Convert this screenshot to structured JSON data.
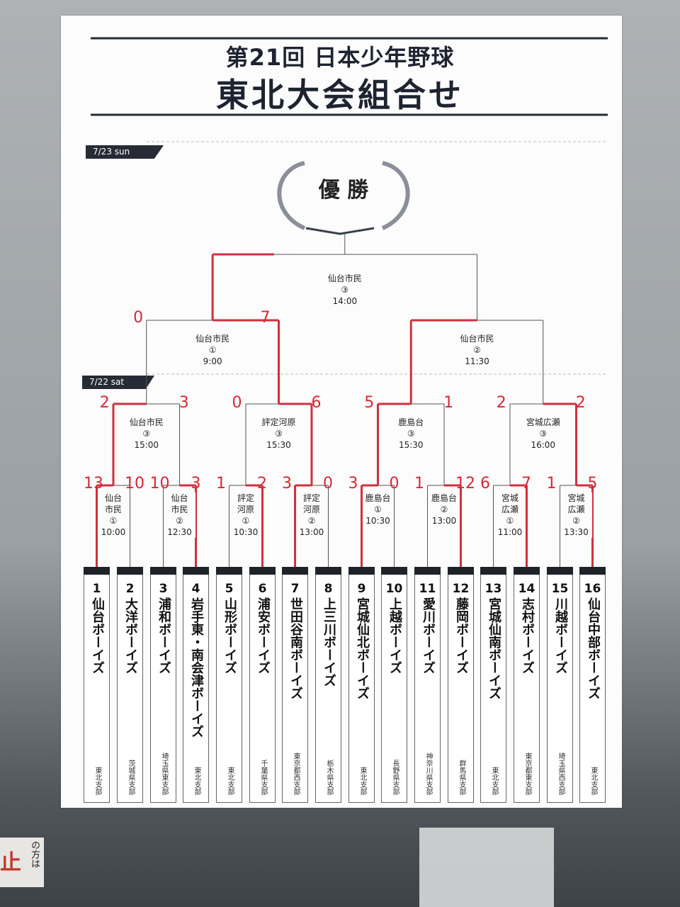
{
  "title_line1": "第21回 日本少年野球",
  "title_line2": "東北大会組合せ",
  "day1": "7/22 sat",
  "day2": "7/23 sun",
  "final_label": "優 勝",
  "sign": {
    "left": "止",
    "text": "の方は"
  },
  "teams": [
    {
      "num": "1",
      "name": "仙台ボーイズ",
      "branch": "東北支部"
    },
    {
      "num": "2",
      "name": "大洋ボーイズ",
      "branch": "茨城県支部"
    },
    {
      "num": "3",
      "name": "浦和ボーイズ",
      "branch": "埼玉県東支部"
    },
    {
      "num": "4",
      "name": "岩手東・南会津ボーイズ",
      "branch": "東北支部"
    },
    {
      "num": "5",
      "name": "山形ボーイズ",
      "branch": "東北支部"
    },
    {
      "num": "6",
      "name": "浦安ボーイズ",
      "branch": "千葉県支部"
    },
    {
      "num": "7",
      "name": "世田谷南ボーイズ",
      "branch": "東京都西支部"
    },
    {
      "num": "8",
      "name": "上三川ボーイズ",
      "branch": "栃木県支部"
    },
    {
      "num": "9",
      "name": "宮城仙北ボーイズ",
      "branch": "東北支部"
    },
    {
      "num": "10",
      "name": "上越ボーイズ",
      "branch": "長野県支部"
    },
    {
      "num": "11",
      "name": "愛川ボーイズ",
      "branch": "神奈川県支部"
    },
    {
      "num": "12",
      "name": "藤岡ボーイズ",
      "branch": "群馬県支部"
    },
    {
      "num": "13",
      "name": "宮城仙南ボーイズ",
      "branch": "東北支部"
    },
    {
      "num": "14",
      "name": "志村ボーイズ",
      "branch": "東京都東支部"
    },
    {
      "num": "15",
      "name": "川越ボーイズ",
      "branch": "埼玉県西支部"
    },
    {
      "num": "16",
      "name": "仙台中部ボーイズ",
      "branch": "東北支部"
    }
  ],
  "round1": [
    {
      "venue": "仙台\n市民",
      "no": "①",
      "time": "10:00"
    },
    {
      "venue": "仙台\n市民",
      "no": "②",
      "time": "12:30"
    },
    {
      "venue": "評定\n河原",
      "no": "①",
      "time": "10:30"
    },
    {
      "venue": "評定\n河原",
      "no": "②",
      "time": "13:00"
    },
    {
      "venue": "鹿島台",
      "no": "①",
      "time": "10:30"
    },
    {
      "venue": "鹿島台",
      "no": "②",
      "time": "13:00"
    },
    {
      "venue": "宮城\n広瀬",
      "no": "①",
      "time": "11:00"
    },
    {
      "venue": "宮城\n広瀬",
      "no": "②",
      "time": "13:30"
    }
  ],
  "round2": [
    {
      "venue": "仙台市民",
      "no": "③",
      "time": "15:00"
    },
    {
      "venue": "評定河原",
      "no": "③",
      "time": "15:30"
    },
    {
      "venue": "鹿島台",
      "no": "③",
      "time": "15:30"
    },
    {
      "venue": "宮城広瀬",
      "no": "③",
      "time": "16:00"
    }
  ],
  "semis": [
    {
      "venue": "仙台市民",
      "no": "①",
      "time": "9:00"
    },
    {
      "venue": "仙台市民",
      "no": "②",
      "time": "11:30"
    }
  ],
  "final": {
    "venue": "仙台市民",
    "no": "③",
    "time": "14:00"
  },
  "scores": {
    "r1": [
      [
        "13",
        "10"
      ],
      [
        "10",
        "3"
      ],
      [
        "1",
        "2"
      ],
      [
        "3",
        "0"
      ],
      [
        "3",
        "0"
      ],
      [
        "1",
        "12"
      ],
      [
        "6",
        "7"
      ],
      [
        "1",
        "5"
      ]
    ],
    "r2": [
      [
        "2",
        "3"
      ],
      [
        "0",
        "6"
      ],
      [
        "5",
        "1"
      ],
      [
        "2",
        "2"
      ]
    ],
    "sf": [
      [
        "0",
        "7"
      ]
    ]
  }
}
